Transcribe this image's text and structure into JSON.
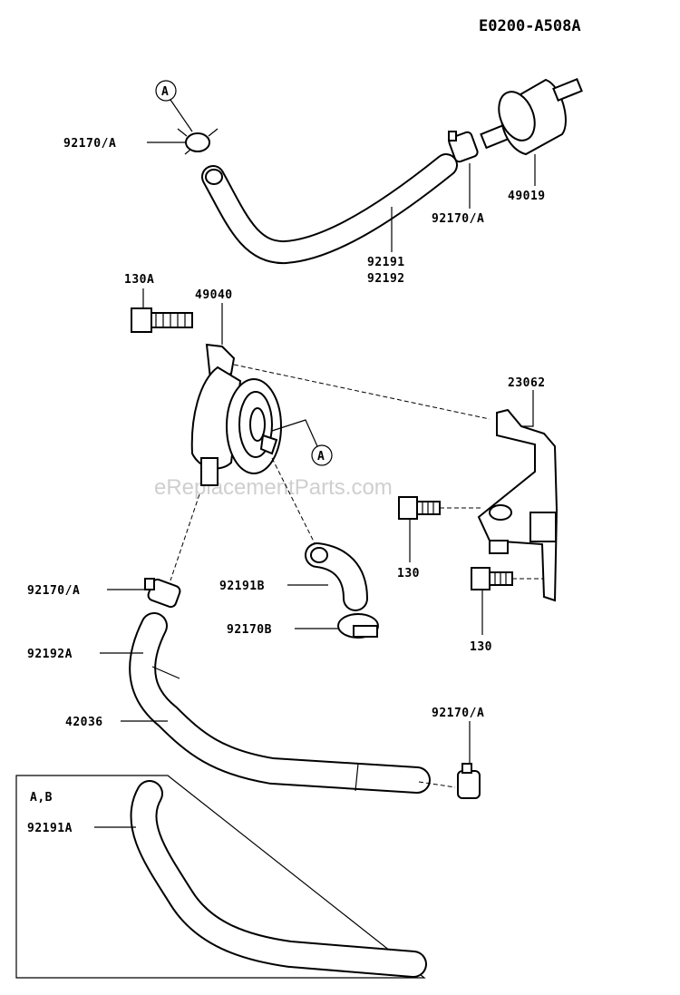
{
  "diagram_code": "E0200-A508A",
  "watermark": "eReplacementParts.com",
  "callout_letter": "A",
  "inset_title": "A,B",
  "labels": {
    "clamp_top_left": "92170/A",
    "fuel_filter": "49019",
    "clamp_top_right": "92170/A",
    "hose_top_1": "92191",
    "hose_top_2": "92192",
    "bolt_pump": "130A",
    "fuel_pump": "49040",
    "bracket": "23062",
    "bolt_upper": "130",
    "bolt_lower": "130",
    "clamp_pump": "92170/A",
    "elbow_hose": "92191B",
    "elbow_clamp": "92170B",
    "hose_lower_top": "92192A",
    "hose_lower": "42036",
    "clamp_bottom": "92170/A",
    "inset_hose": "92191A"
  }
}
